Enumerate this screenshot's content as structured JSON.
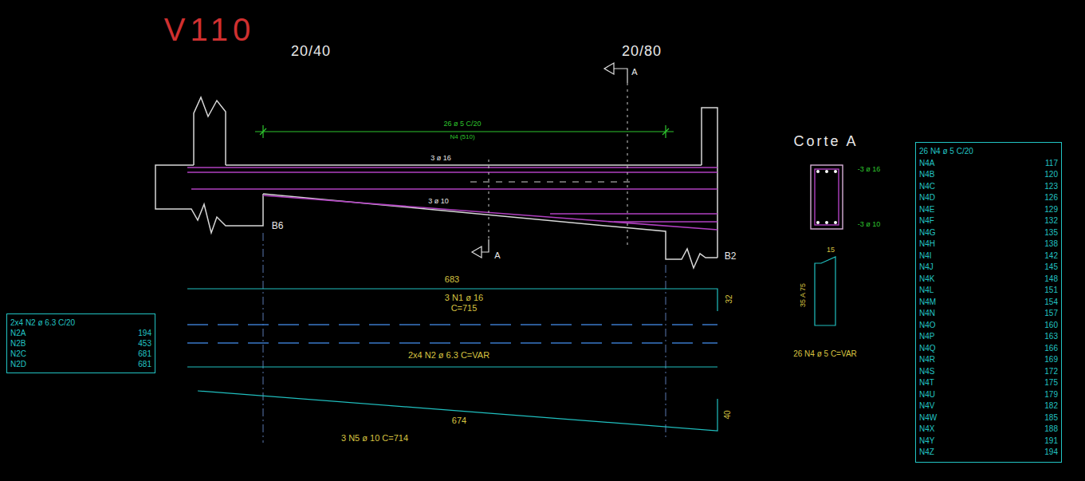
{
  "diagram": {
    "title": "V110",
    "nodes": [
      {
        "text": [
          "2x4 N2 ø 6.3 C/20",
          "N2A",
          "194",
          "N2B",
          "453",
          "N2C",
          "681",
          "N2D",
          "681"
        ]
      },
      {
        "text": [
          "26 N4 ø 5 C/20",
          "N4A",
          "117",
          "N4B",
          "120",
          "N4C",
          "123",
          "N4D",
          "126",
          "N4E",
          "129",
          "N4F",
          "132",
          "N4G",
          "135",
          "N4H",
          "138",
          "N4I",
          "142",
          "N4J",
          "145",
          "N4K",
          "148",
          "N4L",
          "151",
          "N4M",
          "154",
          "N4N",
          "157",
          "N4O",
          "160",
          "N4P",
          "163",
          "N4Q",
          "166",
          "N4R",
          "169",
          "N4S",
          "172",
          "N4T",
          "175",
          "N4U",
          "179",
          "N4V",
          "182",
          "N4W",
          "185",
          "N4X",
          "188",
          "N4Y",
          "191",
          "N4Z",
          "194"
        ]
      }
    ],
    "labels": [
      "20/40",
      "20/80",
      "26 ø 5 C/20",
      "N4 (510)",
      "3 ø 16",
      "3 ø 10",
      "B6",
      "B2",
      "A",
      "A",
      "Corte A",
      "-3 ø 16",
      "-3 ø 10",
      "15",
      "35 A 75",
      "26 N4 ø 5 C=VAR",
      "683",
      "3 N1 ø 16",
      "C=715",
      "32",
      "2x4 N2 ø 6.3 C=VAR",
      "674",
      "3 N5 ø 10 C=714",
      "40"
    ]
  }
}
